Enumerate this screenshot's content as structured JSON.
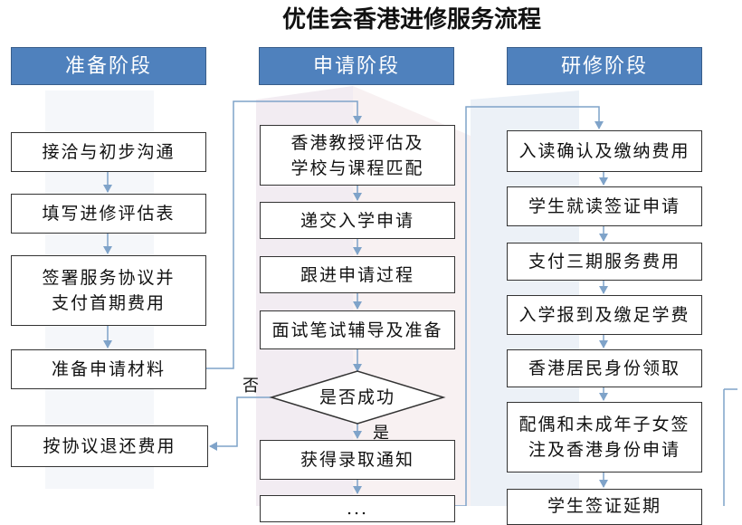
{
  "title": "优佳会香港进修服务流程",
  "columns": [
    {
      "header": "准备阶段",
      "steps": [
        "接洽与初步沟通",
        "填写进修评估表",
        "签署服务协议并\n支付首期费用",
        "准备申请材料",
        "按协议退还费用"
      ]
    },
    {
      "header": "申请阶段",
      "steps": [
        "香港教授评估及\n学校与课程匹配",
        "递交入学申请",
        "跟进申请过程",
        "面试笔试辅导及准备",
        "获得录取通知",
        "..."
      ]
    },
    {
      "header": "研修阶段",
      "steps": [
        "入读确认及缴纳费用",
        "学生就读签证申请",
        "支付三期服务费用",
        "入学报到及缴足学费",
        "香港居民身份领取",
        "配偶和未成年子女签\n注及香港身份申请",
        "学生签证延期"
      ]
    }
  ],
  "decision": {
    "text": "是否成功",
    "yes": "是",
    "no": "否"
  },
  "colors": {
    "header_bg": "#4f81bd",
    "header_border": "#385d8a",
    "line": "#7fa3c9"
  }
}
